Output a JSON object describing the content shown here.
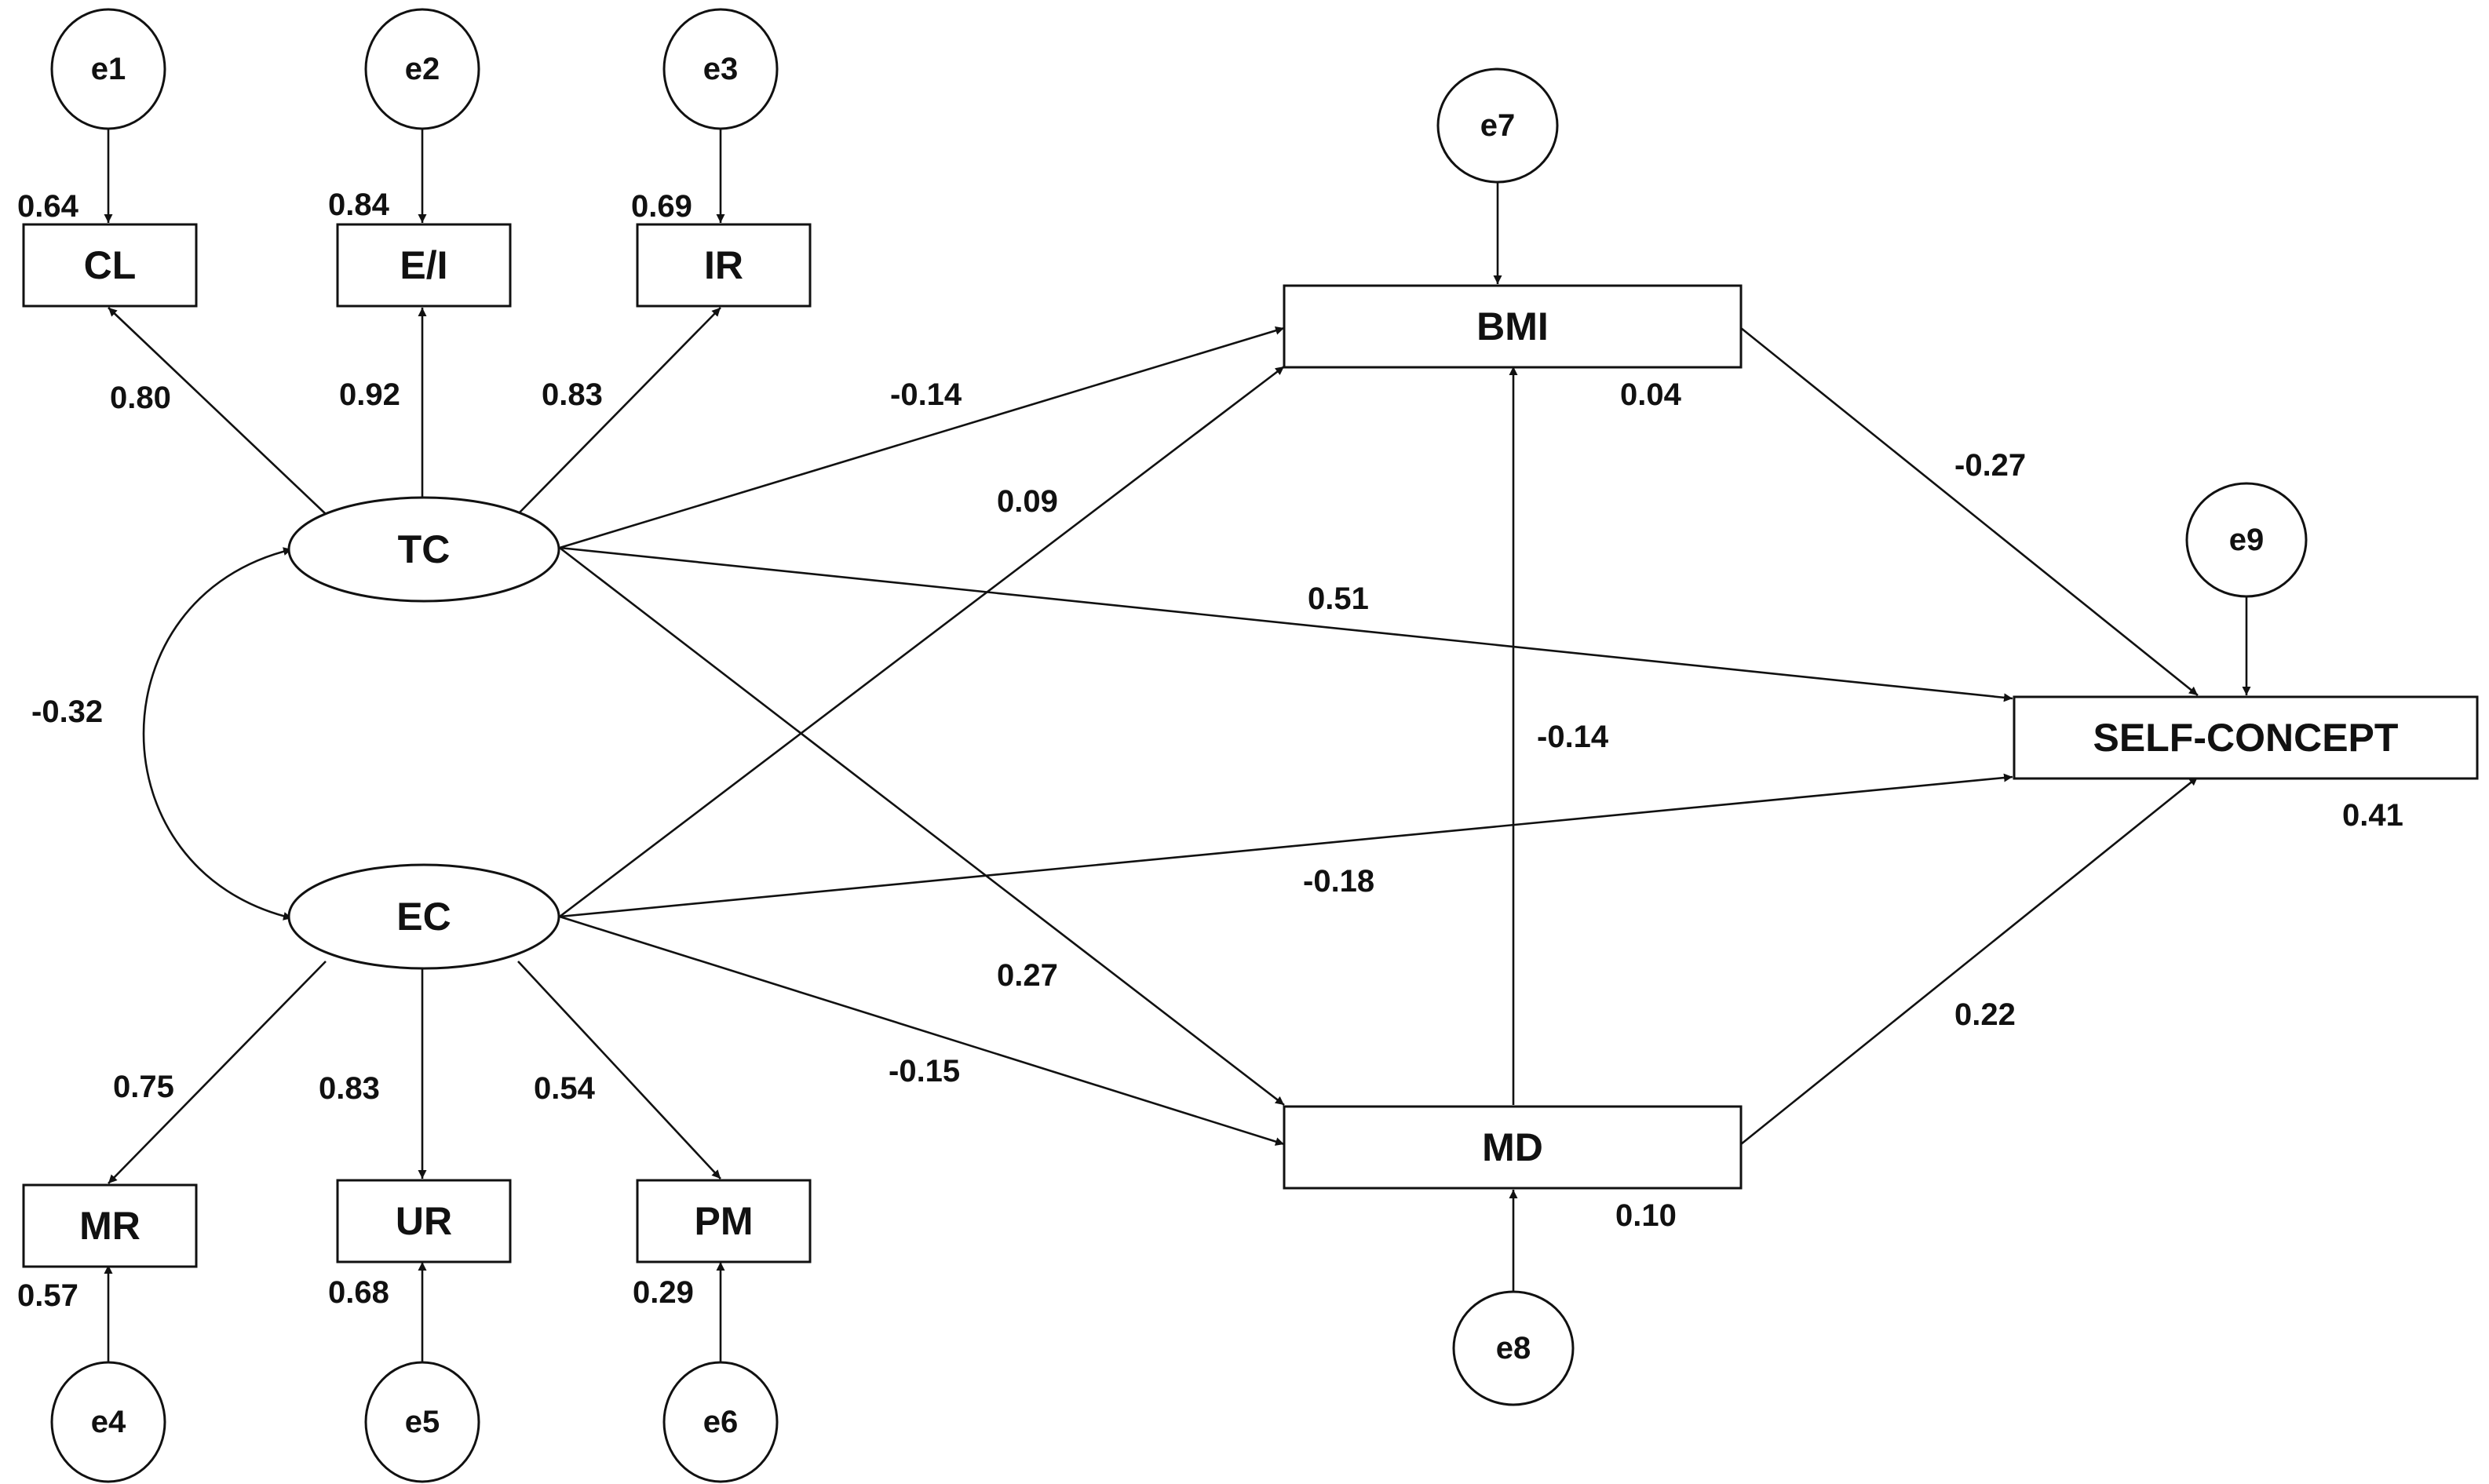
{
  "nodes": {
    "CL": "CL",
    "EI": "E/I",
    "IR": "IR",
    "MR": "MR",
    "UR": "UR",
    "PM": "PM",
    "TC": "TC",
    "EC": "EC",
    "BMI": "BMI",
    "MD": "MD",
    "SC": "SELF-CONCEPT"
  },
  "errors": {
    "e1": "e1",
    "e2": "e2",
    "e3": "e3",
    "e4": "e4",
    "e5": "e5",
    "e6": "e6",
    "e7": "e7",
    "e8": "e8",
    "e9": "e9"
  },
  "coefficients": {
    "r2_cl": "0.64",
    "r2_ei": "0.84",
    "r2_ir": "0.69",
    "r2_mr": "0.57",
    "r2_ur": "0.68",
    "r2_pm": "0.29",
    "r2_bmi": "0.04",
    "r2_md": "0.10",
    "r2_sc": "0.41",
    "tc_cl": "0.80",
    "tc_ei": "0.92",
    "tc_ir": "0.83",
    "ec_mr": "0.75",
    "ec_ur": "0.83",
    "ec_pm": "0.54",
    "tc_ec": "-0.32",
    "tc_bmi": "-0.14",
    "ec_bmi": "0.09",
    "tc_sc": "0.51",
    "ec_sc": "-0.18",
    "tc_md": "0.27",
    "ec_md": "-0.15",
    "md_bmi": "-0.14",
    "bmi_sc": "-0.27",
    "md_sc": "0.22"
  }
}
